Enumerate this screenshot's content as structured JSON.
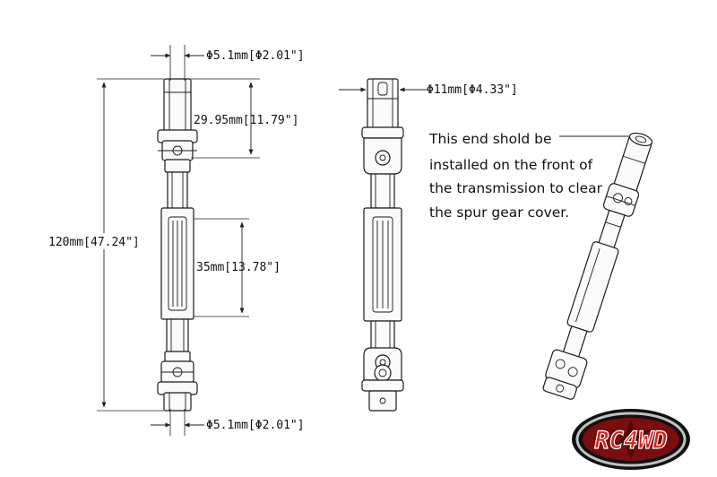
{
  "dimensions": {
    "top_pin": "Φ5.1mm[Φ2.01\"]",
    "bottom_pin": "Φ5.1mm[Φ2.01\"]",
    "yoke_length": "29.95mm[11.79\"]",
    "sleeve_length": "35mm[13.78\"]",
    "total_length": "120mm[47.24\"]",
    "side_diameter": "Φ11mm[Φ4.33\"]"
  },
  "note": {
    "line1": "This end shold be",
    "line2": "installed on the front of",
    "line3": "the transmission to clear",
    "line4": "the spur gear cover."
  },
  "logo": {
    "text": "RC4WD",
    "colors": {
      "outer": "#111111",
      "ring": "#c0c0c0",
      "inner": "#7a0d0d",
      "letters": "#d42020",
      "outline": "#ffffff"
    }
  },
  "colors": {
    "line": "#1a1a1a",
    "fill": "#fafafa",
    "background": "#ffffff"
  }
}
